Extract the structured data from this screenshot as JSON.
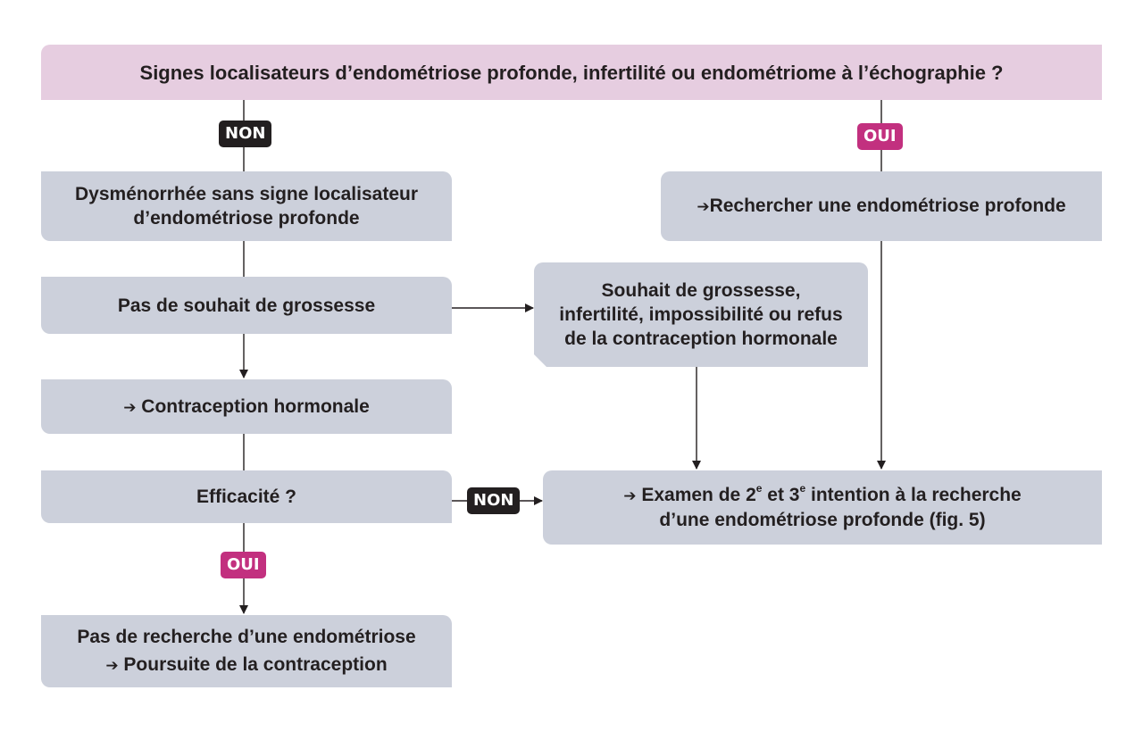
{
  "diagram": {
    "question": "Signes localisateurs d’endométriose profonde, infertilité ou endométriome à l’échographie ?",
    "badges": {
      "non_top": "NON",
      "oui_top": "OUI",
      "non_mid": "NON",
      "oui_bottom": "OUI"
    },
    "left": {
      "dysmenorrhee": [
        "Dysménorrhée sans signe localisateur",
        "d’endométriose profonde"
      ],
      "pas_souhait": "Pas de souhait de grossesse",
      "contraception_arrow": "➔",
      "contraception": "Contraception hormonale",
      "efficacite": "Efficacité ?",
      "pas_recherche": "Pas de recherche d’une endométriose",
      "poursuite_arrow": "➔",
      "poursuite": "Poursuite de la contraception"
    },
    "right": {
      "rechercher_arrow": "➔",
      "rechercher": "Rechercher une endométriose profonde",
      "souhait": [
        "Souhait de grossesse,",
        "infertilité, impossibilité ou refus",
        "de la contraception hormonale"
      ],
      "examen_arrow": "➔",
      "examen_part1": "Examen de 2",
      "examen_sup1": "e",
      "examen_part2": " et 3",
      "examen_sup2": "e",
      "examen_part3": " intention à la recherche",
      "examen_line2": "d’une endométriose profonde (fig. 5)"
    }
  }
}
